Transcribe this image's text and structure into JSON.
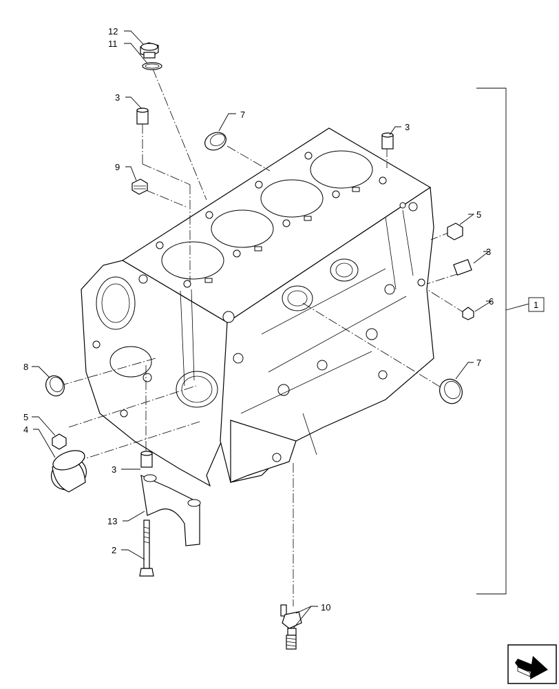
{
  "callouts": {
    "c1": "1",
    "c2": "2",
    "c3a": "3",
    "c3b": "3",
    "c3c": "3",
    "c3d": "3",
    "c4": "4",
    "c5a": "5",
    "c5b": "5",
    "c6": "6",
    "c7a": "7",
    "c7b": "7",
    "c8": "8",
    "c9": "9",
    "c10": "10",
    "c11": "11",
    "c12": "12",
    "c13": "13"
  },
  "icons": {
    "nav": "next-page-arrow-icon"
  }
}
